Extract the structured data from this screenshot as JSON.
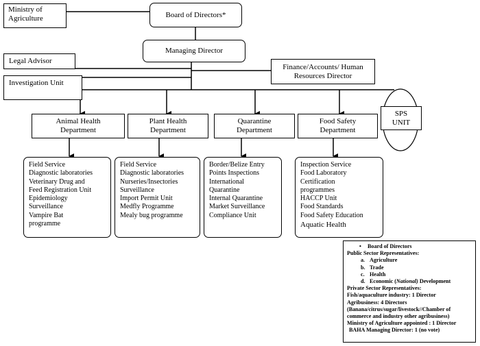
{
  "org": {
    "ministry": "Ministry of Agriculture",
    "board": "Board of Directors*",
    "managing_director": "Managing Director",
    "legal_advisor": "Legal Advisor",
    "finance": "Finance/Accounts/ Human Resources Director",
    "investigation": "Investigation Unit",
    "sps_unit": "SPS UNIT"
  },
  "departments": [
    {
      "name": "Animal Health Department",
      "items": [
        "Field Service",
        "Diagnostic laboratories",
        "Veterinary Drug and",
        "Feed Registration Unit",
        "Epidemiology",
        "Surveillance",
        "Vampire Bat",
        "programme"
      ]
    },
    {
      "name": "Plant Health Department",
      "items": [
        "Field Service",
        "Diagnostic laboratories",
        "Nurseries/Insectories",
        "Surveillance",
        "Import Permit Unit",
        "Medfly Programme",
        "Mealy bug programme"
      ]
    },
    {
      "name": "Quarantine Department",
      "items": [
        "Border/Belize Entry",
        "Points Inspections",
        "International",
        "Quarantine",
        "Internal Quarantine",
        "Market Surveillance",
        "Compliance Unit"
      ]
    },
    {
      "name": "Food Safety Department",
      "items": [
        "Inspection Service",
        "Food Laboratory",
        "Certification",
        "programmes",
        "HACCP Unit",
        "Food Standards",
        "Food Safety Education",
        "Aquatic Health"
      ]
    }
  ],
  "note": {
    "bullet": "Board of Directors",
    "public_header": "Public Sector Representatives:",
    "public_items": [
      {
        "key": "a.",
        "label": "Agriculture"
      },
      {
        "key": "b.",
        "label": "Trade"
      },
      {
        "key": "c.",
        "label": "Health"
      }
    ],
    "econ_key": "d.",
    "econ_prefix": "Economic (",
    "econ_italic": "National)",
    "econ_suffix": " Development",
    "private_header": "Private Sector Representatives:",
    "lines": [
      "Fish/aquaculture industry: 1 Director",
      "Agribusiness: 4 Directors",
      "(Banana/citrus/sugar/livestock//Chamber of",
      "commerce and industry other agribusiness)",
      "Ministry of Agriculture appointed : 1 Director",
      "BAHA Managing Director: 1 (no vote)"
    ]
  }
}
